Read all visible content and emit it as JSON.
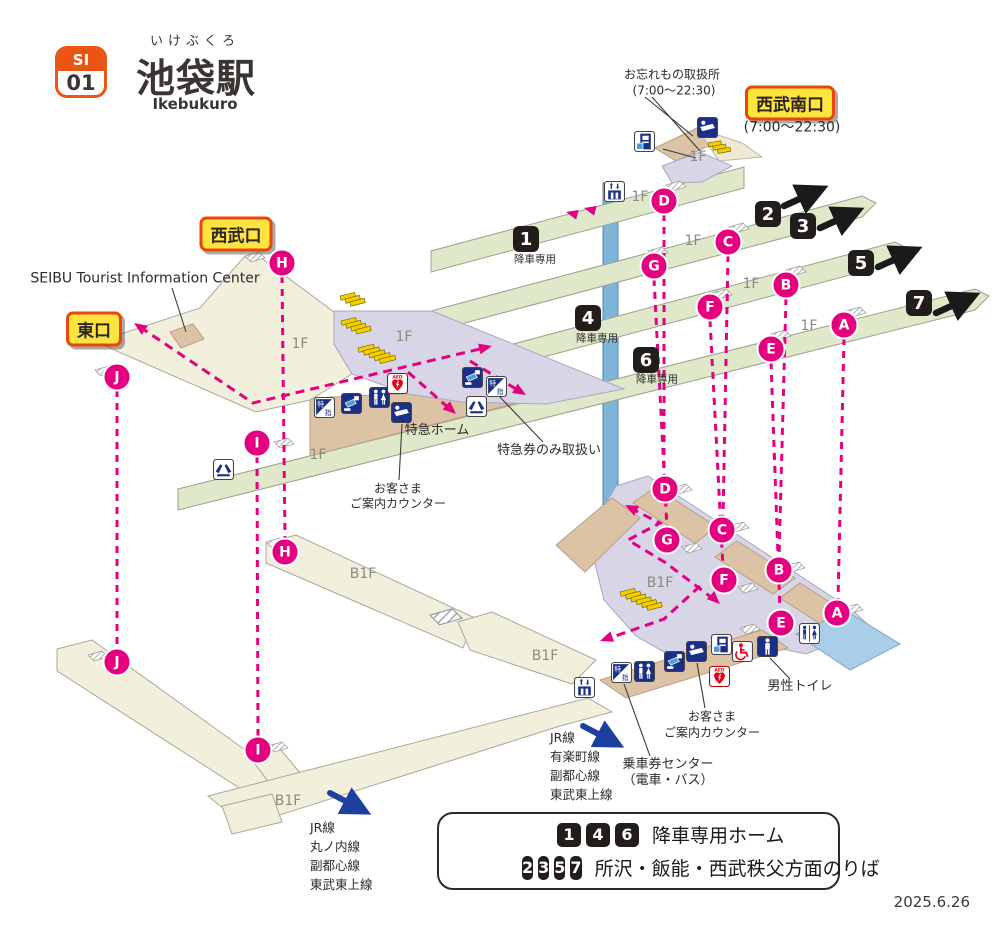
{
  "header": {
    "line_code": "SI",
    "station_number": "01",
    "furigana": "いけぶくろ",
    "name": "池袋駅",
    "romaji": "Ikebukuro"
  },
  "exits": {
    "west": "西武口",
    "east": "東口",
    "south": "西武南口",
    "south_hours": "(7:00～22:30)"
  },
  "floors": {
    "f1": "1F",
    "b1f": "B1F"
  },
  "gates": {
    "a": "A",
    "b": "B",
    "c": "C",
    "d": "D",
    "e": "E",
    "f": "F",
    "g": "G",
    "h": "H",
    "i": "I",
    "j": "J"
  },
  "platforms": {
    "p1": "1",
    "p2": "2",
    "p3": "3",
    "p4": "4",
    "p5": "5",
    "p6": "6",
    "p7": "7"
  },
  "labels": {
    "alight_only": "降車専用",
    "lost_found": "お忘れもの取扱所",
    "lost_found_hours": "(7:00～22:30)",
    "tourist_info": "SEIBU Tourist Information Center",
    "ltd_exp_home": "特急ホーム",
    "ltd_exp_ticket": "特急券のみ取扱い",
    "counter_l1": "お客さま",
    "counter_l2": "ご案内カウンター",
    "mens_toilet": "男性トイレ",
    "ticket_center_l1": "乗車券センター",
    "ticket_center_l2": "（電車・バス）",
    "ltd_abbr_top": "特",
    "ltd_abbr_bottom": "指",
    "aed": "AED"
  },
  "transfers": {
    "south_b1f": [
      "JR線",
      "丸ノ内線",
      "副都心線",
      "東武東上線"
    ],
    "east_b1f": [
      "JR線",
      "有楽町線",
      "副都心線",
      "東武東上線"
    ]
  },
  "legend": {
    "row1": {
      "badges": [
        "1",
        "4",
        "6"
      ],
      "text": "降車専用ホーム"
    },
    "row2": {
      "badges": [
        "2",
        "3",
        "5",
        "7"
      ],
      "text": "所沢・飯能・西武秩父方面のりば"
    }
  },
  "date": "2025.6.26",
  "colors": {
    "pink": "#e4007f",
    "platform_green": "#dfe9c9",
    "concourse_lavender": "#d8d5e6",
    "floor_cream": "#f2efdd",
    "tan": "#dcc3a5",
    "elevator_blue": "#7fb5d9",
    "exit_yellow": "#ffe33e",
    "exit_border": "#e94709",
    "badge_black": "#221d1a",
    "icon_navy": "#1c2f87"
  }
}
